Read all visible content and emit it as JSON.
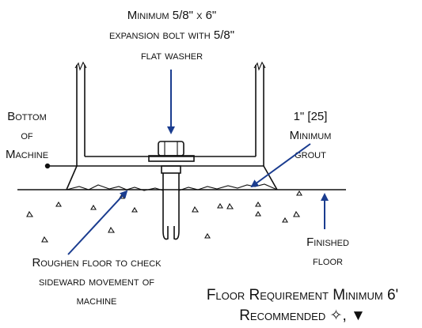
{
  "labels": {
    "bolt_line1": "Minimum 5/8\" x 6\"",
    "bolt_line2": "expansion bolt with 5/8\"",
    "bolt_line3": "flat washer",
    "bottom_line1": "Bottom",
    "bottom_line2": "of",
    "bottom_line3": "Machine",
    "grout_line1": "1\" [25]",
    "grout_line2": "Minimum",
    "grout_line3": "grout",
    "finished_line1": "Finished",
    "finished_line2": "floor",
    "roughen_line1": "Roughen floor to check",
    "roughen_line2": "sideward movement of",
    "roughen_line3": "machine"
  },
  "caption": {
    "line1": "Floor Requirement Minimum 6'",
    "line2": "Recommended ✧, ▼"
  },
  "colors": {
    "arrow": "#1a3c8f",
    "line": "#111111",
    "background": "#ffffff"
  }
}
